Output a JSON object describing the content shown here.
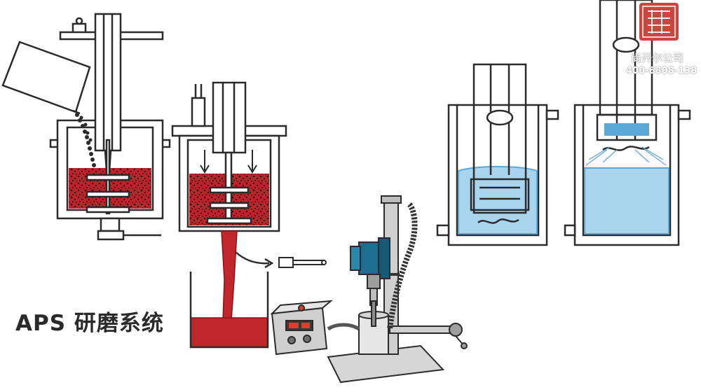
{
  "title": "APS 研磨系统",
  "watermark": {
    "company": "尚开尔公司",
    "phone": "400-6808-138",
    "seal_text": "贤开尔"
  },
  "colors": {
    "slurry": "#c0262b",
    "slurry_dark": "#8a1418",
    "water": "#a9d4ee",
    "water_edge": "#5ba7d8",
    "outline": "#2b2b2b",
    "seal": "#c8473f",
    "led": "#e23b2b"
  },
  "icons": [
    "arrow-down-icon",
    "arrow-right-icon",
    "seal-icon"
  ]
}
